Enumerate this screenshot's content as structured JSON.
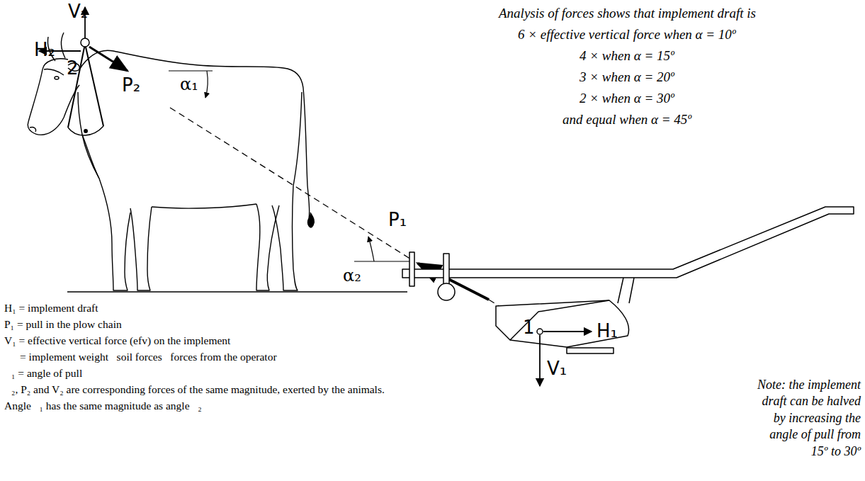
{
  "diagram": {
    "labels": [
      "V₂",
      "H₂",
      "2",
      "P₂",
      "α₁",
      "P₁",
      "α₂",
      "1",
      "H₁",
      "V₁",
      "Analysis of forces shows that implement draft is",
      "6 × effective vertical force when α = 10º",
      "4 × when α = 15º",
      "3 × when α = 20º",
      "2 × when α = 30º",
      "and equal when α = 45º",
      "H₁ = implement draft",
      "P₁ = pull in the plow chain",
      "V₁ = effective vertical force (efv) on the implement",
      "= implement weight   soil forces   forces from the operator",
      "₁ = angle of pull",
      "₂, P₂ and V₂ are corresponding forces of the same magnitude, exerted by the animals.",
      "Angle   ₁ has the same magnitude as angle   ₂",
      "Note: the implement draft can be halved by increasing the angle of pull from 15º to 30º"
    ]
  }
}
